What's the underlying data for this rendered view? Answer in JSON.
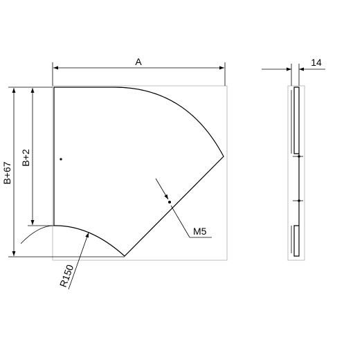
{
  "drawing": {
    "dimensions": {
      "width_label": "A",
      "thickness_label": "14",
      "outer_height_label": "B+67",
      "inner_height_label": "B+2",
      "bolt_label": "M5",
      "radius_label": "R150"
    }
  }
}
